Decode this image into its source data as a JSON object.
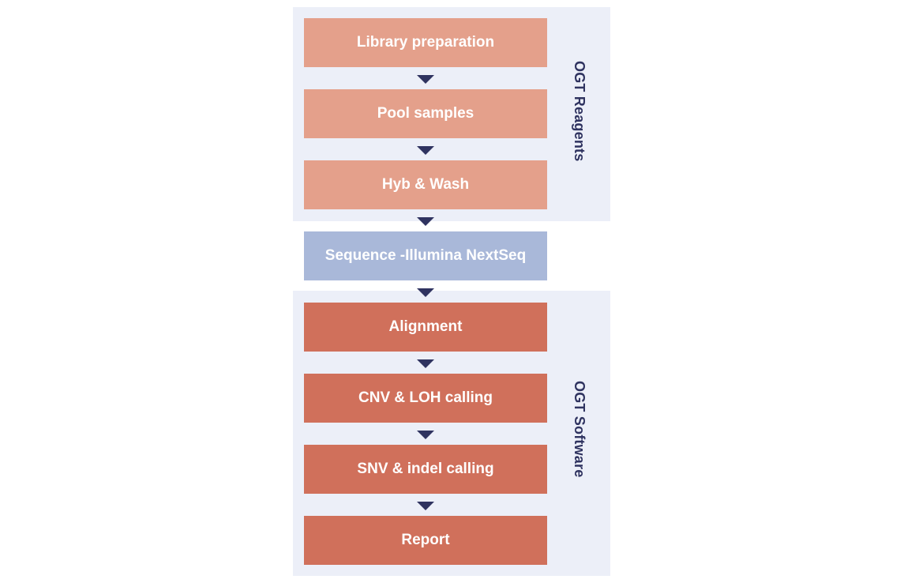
{
  "colors": {
    "reagent_step": "#e4a08b",
    "sequence_step": "#a9b8d9",
    "software_step": "#d0705b",
    "panel_background": "#eceff8",
    "arrow": "#2f3360",
    "group_label": "#2f3360"
  },
  "groups": {
    "reagents_label": "OGT Reagents",
    "software_label": "OGT Software"
  },
  "steps": [
    {
      "label": "Library preparation",
      "kind": "reagent"
    },
    {
      "label": "Pool samples",
      "kind": "reagent"
    },
    {
      "label": "Hyb & Wash",
      "kind": "reagent"
    },
    {
      "label": "Sequence -Illumina NextSeq",
      "kind": "sequence"
    },
    {
      "label": "Alignment",
      "kind": "software"
    },
    {
      "label": "CNV & LOH calling",
      "kind": "software"
    },
    {
      "label": "SNV & indel calling",
      "kind": "software"
    },
    {
      "label": "Report",
      "kind": "software"
    }
  ],
  "arrow_icon": "down-triangle-icon"
}
